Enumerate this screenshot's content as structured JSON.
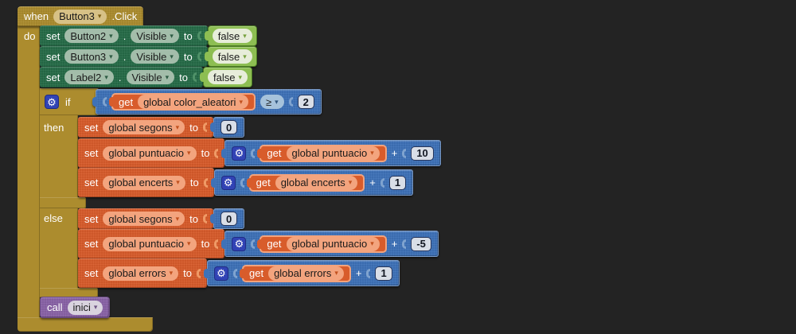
{
  "colors": {
    "background": "#232323",
    "event_gold": "#AC8C2E",
    "component_green": "#266C48",
    "logic_green": "#8DBE52",
    "math_blue": "#3E72B8",
    "variable_orange": "#D85C2B",
    "variable_salmon": "#F3A47E",
    "procedure_purple": "#8A63A8",
    "mutator_indigo": "#3143B5"
  },
  "event_block": {
    "keyword": "when",
    "component": "Button3",
    "event": ".Click",
    "do_label": "do"
  },
  "visibility_setters": [
    {
      "set": "set",
      "component": "Button2",
      "dot": ".",
      "property": "Visible",
      "to": "to",
      "value": "false"
    },
    {
      "set": "set",
      "component": "Button3",
      "dot": ".",
      "property": "Visible",
      "to": "to",
      "value": "false"
    },
    {
      "set": "set",
      "component": "Label2",
      "dot": ".",
      "property": "Visible",
      "to": "to",
      "value": "false"
    }
  ],
  "if_block": {
    "if_label": "if",
    "then_label": "then",
    "else_label": "else",
    "condition": {
      "get_label": "get",
      "variable": "global color_aleatori",
      "operator": "≥",
      "value": "2"
    }
  },
  "then_rows": [
    {
      "set": "set",
      "variable": "global segons",
      "to": "to",
      "value": "0"
    },
    {
      "set": "set",
      "variable": "global puntuacio",
      "to": "to",
      "expr": {
        "get_label": "get",
        "variable": "global puntuacio",
        "operator": "+",
        "value": "10"
      }
    },
    {
      "set": "set",
      "variable": "global encerts",
      "to": "to",
      "expr": {
        "get_label": "get",
        "variable": "global encerts",
        "operator": "+",
        "value": "1"
      }
    }
  ],
  "else_rows": [
    {
      "set": "set",
      "variable": "global segons",
      "to": "to",
      "value": "0"
    },
    {
      "set": "set",
      "variable": "global puntuacio",
      "to": "to",
      "expr": {
        "get_label": "get",
        "variable": "global puntuacio",
        "operator": "+",
        "value": "-5"
      }
    },
    {
      "set": "set",
      "variable": "global errors",
      "to": "to",
      "expr": {
        "get_label": "get",
        "variable": "global errors",
        "operator": "+",
        "value": "1"
      }
    }
  ],
  "call_block": {
    "call_label": "call",
    "procedure": "inici"
  }
}
